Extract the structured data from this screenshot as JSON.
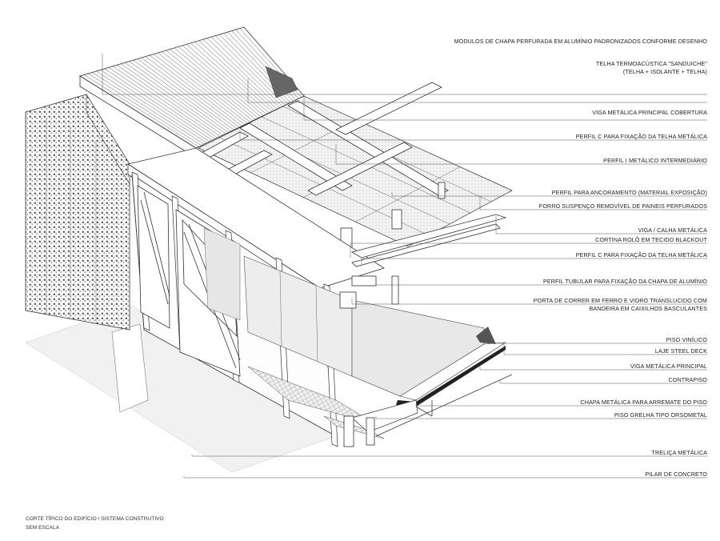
{
  "labels": [
    {
      "id": "perforated-modules",
      "text": "MODULOS DE CHAPA  PERFURADA  EM ALUMÍNIO PADRONIZADOS CONFORME DESENHO"
    },
    {
      "id": "sandwich-roof",
      "text": "TELHA TERMOACÚSTICA  \"SANDUICHE\""
    },
    {
      "id": "sandwich-roof-detail",
      "text": "(TELHA + ISOLANTE + TELHA)"
    },
    {
      "id": "main-roof-beam",
      "text": "VIGA METÁLICA PRINCIPAL COBERTURA"
    },
    {
      "id": "c-profile-roof",
      "text": "PERFIL C PARA FIXAÇÃO DA TELHA METÁLICA"
    },
    {
      "id": "i-profile",
      "text": "PERFIL  I  METÁLICO INTERMEDIÁRIO"
    },
    {
      "id": "anchor-profile",
      "text": "PERFIL PARA ANCORAMENTO (MATERIAL EXPOSIÇÃO)"
    },
    {
      "id": "suspended-ceiling",
      "text": "FORRO  SUSPENÇO REMOVÍVEL DE PAINEIS PERFURADOS"
    },
    {
      "id": "gutter-beam",
      "text": "VIGA  / CALHA METÁLICA"
    },
    {
      "id": "roller-blind",
      "text": "CORTINA ROLÔ EM TECIDO BLACKOUT"
    },
    {
      "id": "c-profile-roof-2",
      "text": "PERFIL C PARA FIXAÇÃO DA TELHA METÁLICA"
    },
    {
      "id": "tubular-profile",
      "text": "PERFIL TUBULAR PARA FIXAÇÃO DA CHAPA  DE ALUMÍNIO"
    },
    {
      "id": "sliding-door",
      "text": "PORTA DE CORRER EM FERRO E VIDRO TRANSLUCIDO  COM"
    },
    {
      "id": "sliding-door-detail",
      "text": "BANDEIRA EM CAIXILHOS BASCULANTES"
    },
    {
      "id": "vinyl-floor",
      "text": "PISO VINÍLICO"
    },
    {
      "id": "steel-deck",
      "text": "LAJE STEEL DECK"
    },
    {
      "id": "main-beam",
      "text": "VIGA METÁLICA PRINCIPAL"
    },
    {
      "id": "subfloor",
      "text": "CONTRAPISO"
    },
    {
      "id": "floor-finish-plate",
      "text": "CHAPA METÁLICA PARA ARREMATE DO PISO"
    },
    {
      "id": "grating-floor",
      "text": "PISO GRELHA TIPO ORSOMETAL"
    },
    {
      "id": "truss",
      "text": "TRELIÇA METÁLICA"
    },
    {
      "id": "concrete-pillar",
      "text": "PILAR DE CONCRETO"
    }
  ],
  "caption": {
    "line1": "CORTE TÍPICO DO EDIFÍCIO / SISTEMA CONSTRUTIVO",
    "line2": "SEM ESCALA"
  }
}
